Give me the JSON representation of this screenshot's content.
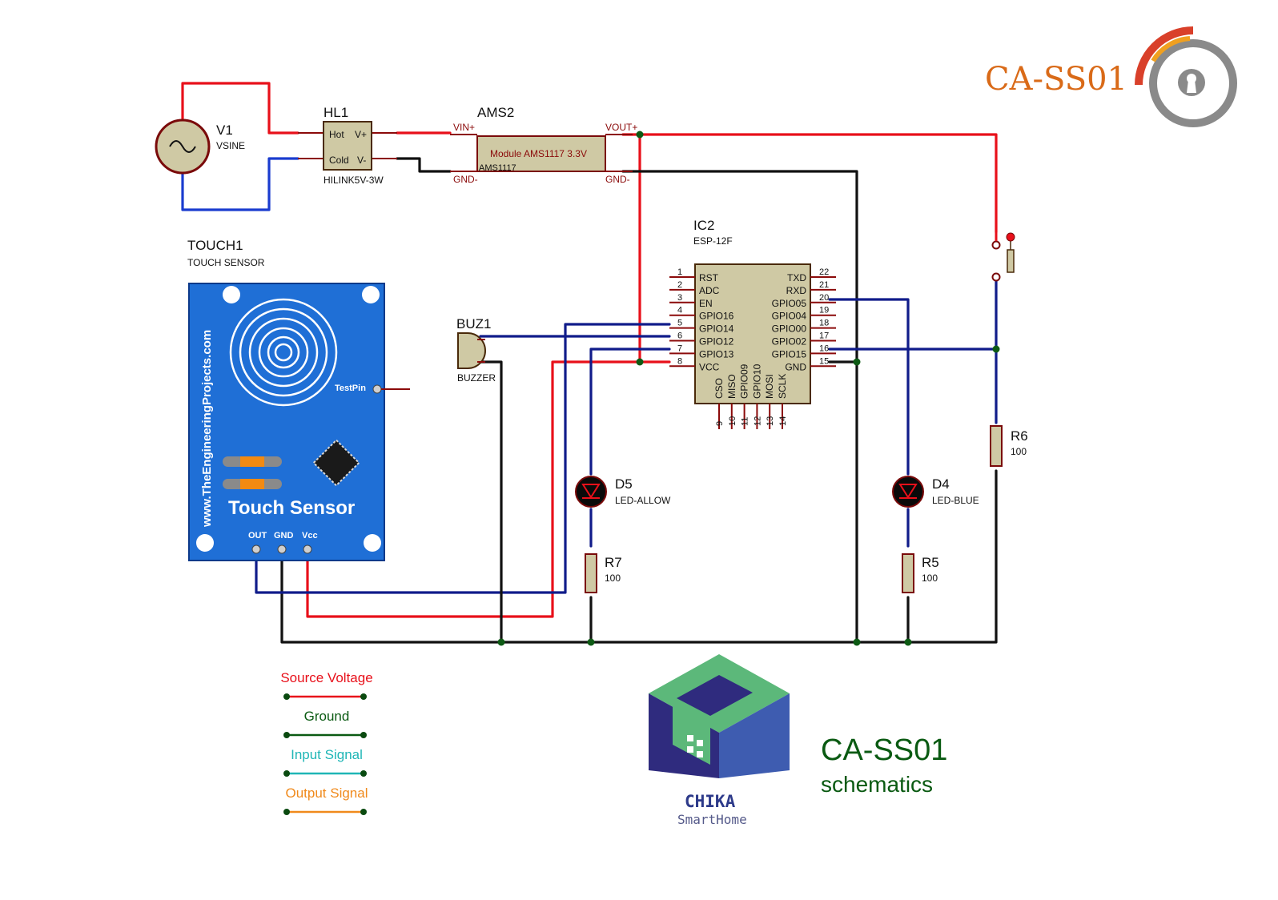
{
  "brand": {
    "header_title": "CA-SS01",
    "footer_title": "CA-SS01",
    "footer_subtitle": "schematics",
    "logo_name": "CHIKA",
    "logo_sub": "SmartHome"
  },
  "colors": {
    "source": "#e8101a",
    "ground": "#111111",
    "signal": "#101c8a",
    "legend_input": "#1fb6b6",
    "legend_output": "#f08a1c",
    "legend_ground": "#0a5a12",
    "component_fill": "#cfc9a4",
    "pin": "#8b0a0a"
  },
  "components": {
    "v1": {
      "ref": "V1",
      "type": "VSINE"
    },
    "hl1": {
      "ref": "HL1",
      "type": "HILINK5V-3W",
      "pin_hot": "Hot",
      "pin_vplus": "V+",
      "pin_cold": "Cold",
      "pin_vminus": "V-"
    },
    "ams2": {
      "ref": "AMS2",
      "body": "Module AMS1117 3.3V",
      "sub": "AMS1117",
      "vin": "VIN+",
      "vout": "VOUT+",
      "gnd_left": "GND-",
      "gnd_right": "GND-"
    },
    "ic2": {
      "ref": "IC2",
      "type": "ESP-12F",
      "left_pins": [
        {
          "num": "1",
          "name": "RST"
        },
        {
          "num": "2",
          "name": "ADC"
        },
        {
          "num": "3",
          "name": "EN"
        },
        {
          "num": "4",
          "name": "GPIO16"
        },
        {
          "num": "5",
          "name": "GPIO14"
        },
        {
          "num": "6",
          "name": "GPIO12"
        },
        {
          "num": "7",
          "name": "GPIO13"
        },
        {
          "num": "8",
          "name": "VCC"
        }
      ],
      "right_pins": [
        {
          "num": "22",
          "name": "TXD"
        },
        {
          "num": "21",
          "name": "RXD"
        },
        {
          "num": "20",
          "name": "GPIO05"
        },
        {
          "num": "19",
          "name": "GPIO04"
        },
        {
          "num": "18",
          "name": "GPIO00"
        },
        {
          "num": "17",
          "name": "GPIO02"
        },
        {
          "num": "16",
          "name": "GPIO15"
        },
        {
          "num": "15",
          "name": "GND"
        }
      ],
      "bottom_pins": [
        {
          "num": "9",
          "name": "CSO"
        },
        {
          "num": "10",
          "name": "MISO"
        },
        {
          "num": "11",
          "name": "GPIO09"
        },
        {
          "num": "12",
          "name": "GPIO10"
        },
        {
          "num": "13",
          "name": "MOSI"
        },
        {
          "num": "14",
          "name": "SCLK"
        }
      ]
    },
    "touch1": {
      "ref": "TOUCH1",
      "type": "TOUCH SENSOR",
      "website": "www.TheEngineeringProjects.com",
      "title": "Touch Sensor",
      "testpin": "TestPin",
      "pin_out": "OUT",
      "pin_gnd": "GND",
      "pin_vcc": "Vcc"
    },
    "buz1": {
      "ref": "BUZ1",
      "type": "BUZZER"
    },
    "d5": {
      "ref": "D5",
      "type": "LED-ALLOW"
    },
    "d4": {
      "ref": "D4",
      "type": "LED-BLUE"
    },
    "r7": {
      "ref": "R7",
      "value": "100"
    },
    "r5": {
      "ref": "R5",
      "value": "100"
    },
    "r6": {
      "ref": "R6",
      "value": "100"
    }
  },
  "legend": [
    {
      "label": "Source Voltage",
      "color": "#e8101a"
    },
    {
      "label": "Ground",
      "color": "#0a5a12"
    },
    {
      "label": "Input Signal",
      "color": "#1fb6b6"
    },
    {
      "label": "Output Signal",
      "color": "#f08a1c"
    }
  ]
}
